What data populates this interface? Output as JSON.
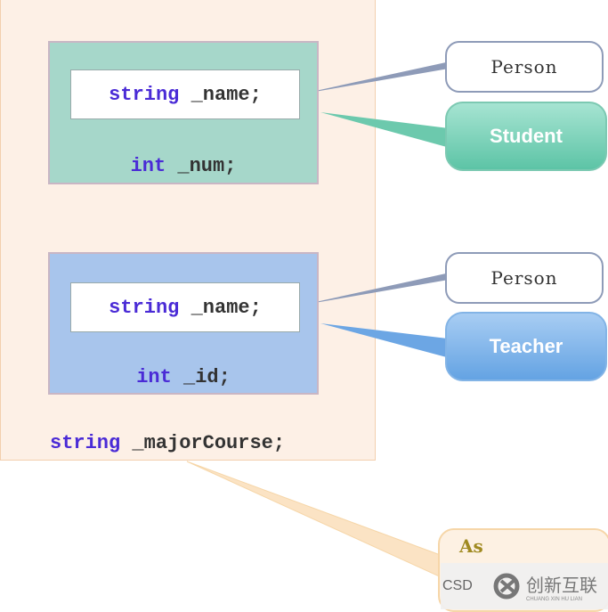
{
  "student_class": {
    "inherited_field": {
      "type": "string",
      "name": "_name;"
    },
    "own_field": {
      "type": "int",
      "name": "_num;"
    }
  },
  "teacher_class": {
    "inherited_field": {
      "type": "string",
      "name": "_name;"
    },
    "own_field": {
      "type": "int",
      "name": "_id;"
    }
  },
  "assistant_field": {
    "type": "string",
    "name": "_majorCourse;"
  },
  "callouts": {
    "person_1": "Person",
    "student": "Student",
    "person_2": "Person",
    "teacher": "Teacher",
    "assistant": "As"
  },
  "watermark": {
    "prefix": "CSD",
    "brand": "创新互联",
    "sub": "CHUANG XIN HU LIAN"
  },
  "colors": {
    "student": "#a6d7ca",
    "teacher": "#a8c5ec",
    "assistant": "#fdf0e6",
    "keyword": "#4a2bd6"
  }
}
